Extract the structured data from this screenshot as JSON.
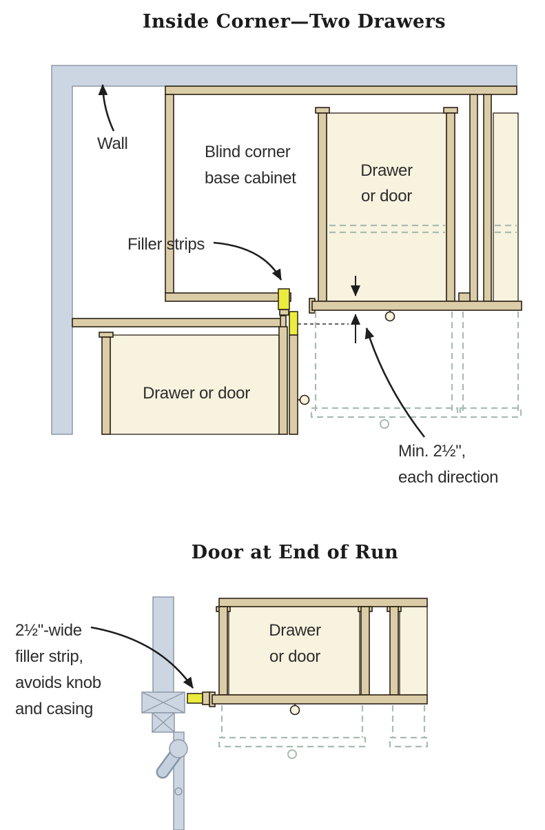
{
  "colors": {
    "wall": "#ccd6e3",
    "cabinet": "#dbcda7",
    "front": "#f8f3df",
    "filler": "#ebec3d",
    "dash": "#a7bcb1",
    "line": "#2a2015"
  },
  "top_diagram": {
    "title": "Inside Corner—Two Drawers",
    "wall_label": "Wall",
    "blind_label_1": "Blind corner",
    "blind_label_2": "base cabinet",
    "filler_label": "Filler strips",
    "right_drawer_1": "Drawer",
    "right_drawer_2": "or door",
    "left_drawer": "Drawer or door",
    "min_1": "Min. 2½\",",
    "min_2": "each direction"
  },
  "bottom_diagram": {
    "title": "Door at End of Run",
    "drawer_1": "Drawer",
    "drawer_2": "or door",
    "filler_1": "2½\"-wide",
    "filler_2": "filler strip,",
    "filler_3": "avoids knob",
    "filler_4": "and casing"
  }
}
